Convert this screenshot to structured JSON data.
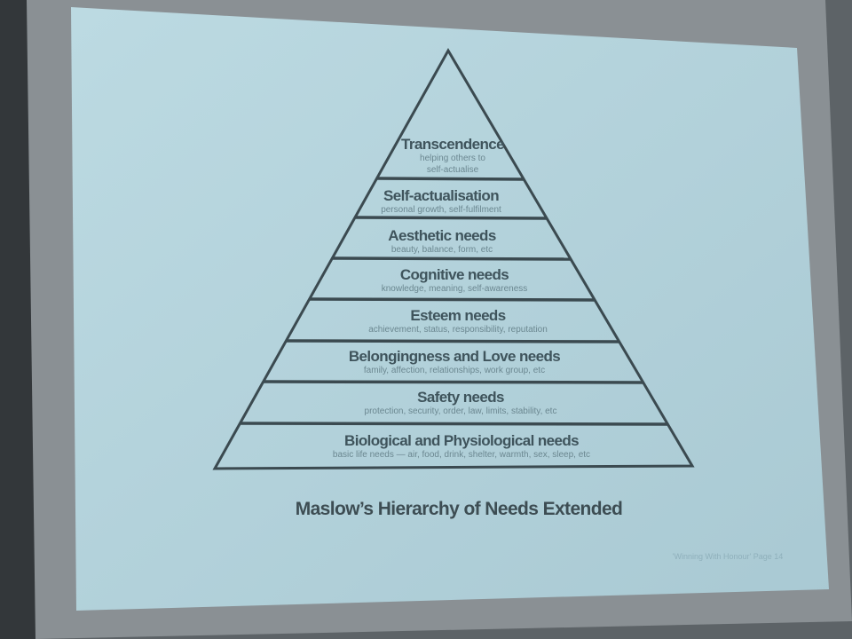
{
  "slide": {
    "caption": "Maslow’s Hierarchy of Needs Extended",
    "footer": "'Winning With Honour'  Page 14",
    "colors": {
      "slide": "#b8d6df",
      "line": "#3b4a50",
      "frame": "#2e3134"
    }
  },
  "levels": [
    {
      "title": "Transcendence",
      "desc": [
        "helping others to",
        "self-actualise"
      ]
    },
    {
      "title": "Self-actualisation",
      "desc": [
        "personal growth, self-fulfilment"
      ]
    },
    {
      "title": "Aesthetic needs",
      "desc": [
        "beauty, balance, form, etc"
      ]
    },
    {
      "title": "Cognitive needs",
      "desc": [
        "knowledge, meaning, self-awareness"
      ]
    },
    {
      "title": "Esteem needs",
      "desc": [
        "achievement, status, responsibility, reputation"
      ]
    },
    {
      "title": "Belongingness and Love needs",
      "desc": [
        "family, affection, relationships, work group, etc"
      ]
    },
    {
      "title": "Safety needs",
      "desc": [
        "protection, security, order, law, limits, stability, etc"
      ]
    },
    {
      "title": "Biological and Physiological needs",
      "desc": [
        "basic life needs — air, food, drink, shelter, warmth, sex, sleep, etc"
      ]
    }
  ]
}
